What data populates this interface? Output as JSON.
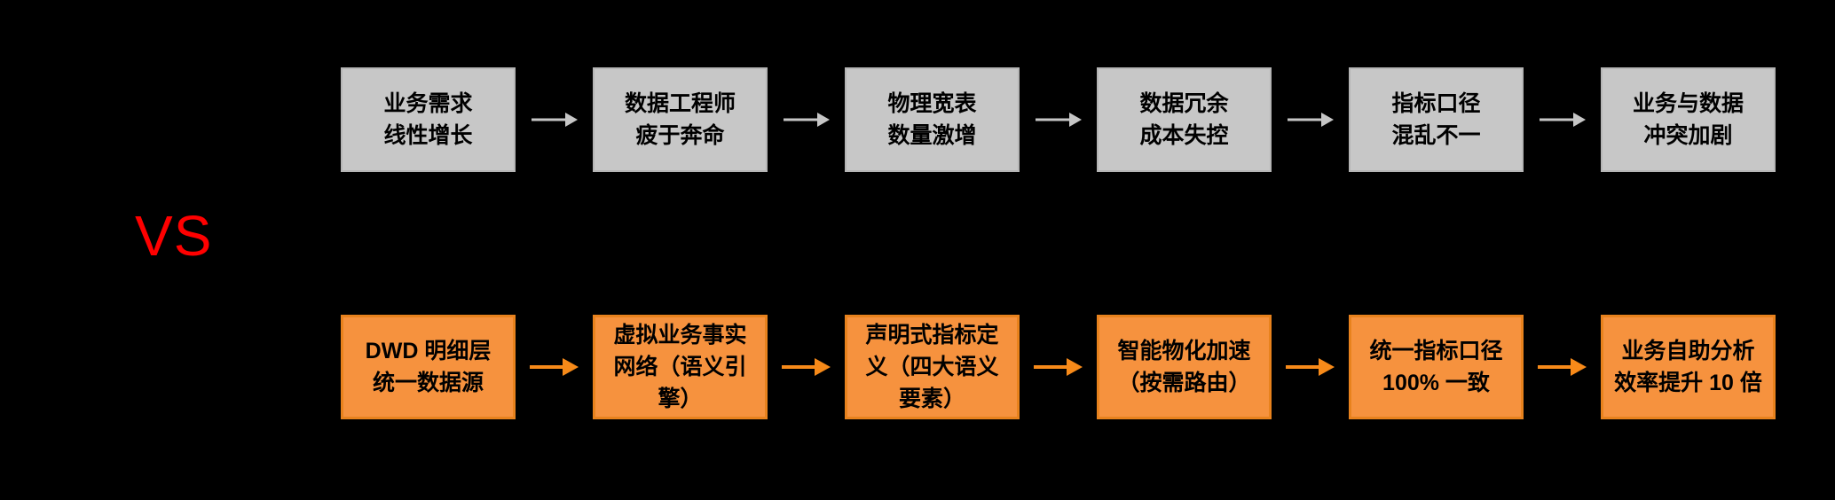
{
  "diagram": {
    "vs_label": "VS",
    "colors": {
      "background": "#000000",
      "old_box_fill": "#C7C7C7",
      "old_box_border": "#B5B5B5",
      "old_arrow": "#C6C6C6",
      "new_box_fill": "#F6923E",
      "new_box_border": "#E8821D",
      "new_arrow": "#F78A19",
      "vs_text": "#FF0000",
      "box_text": "#000000"
    },
    "old_flow": {
      "steps": [
        {
          "label": "业务需求\n线性增长"
        },
        {
          "label": "数据工程师\n疲于奔命"
        },
        {
          "label": "物理宽表\n数量激增"
        },
        {
          "label": "数据冗余\n成本失控"
        },
        {
          "label": "指标口径\n混乱不一"
        },
        {
          "label": "业务与数据\n冲突加剧"
        }
      ]
    },
    "new_flow": {
      "steps": [
        {
          "label": "DWD 明细层\n统一数据源"
        },
        {
          "label": "虚拟业务事实\n网络（语义引\n擎）"
        },
        {
          "label": "声明式指标定\n义（四大语义\n要素）"
        },
        {
          "label": "智能物化加速\n（按需路由）"
        },
        {
          "label": "统一指标口径\n100% 一致"
        },
        {
          "label": "业务自助分析\n效率提升 10 倍"
        }
      ]
    }
  }
}
